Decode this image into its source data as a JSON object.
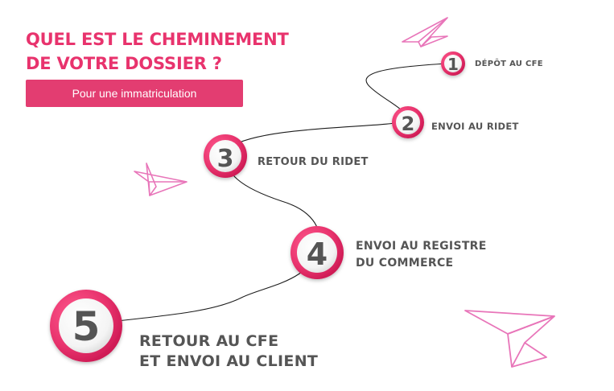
{
  "colors": {
    "accent": "#e8336d",
    "banner": "#e33d71",
    "text_dark": "#555555",
    "plane": "#e875b9",
    "path": "#1c1c1c"
  },
  "header": {
    "title_line1": "QUEL EST LE CHEMINEMENT",
    "title_line2": "DE VOTRE DOSSIER ?",
    "banner": "Pour une immatriculation"
  },
  "steps": [
    {
      "number": "1",
      "label_lines": [
        "DÉPÔT AU CFE"
      ]
    },
    {
      "number": "2",
      "label_lines": [
        "ENVOI AU RIDET"
      ]
    },
    {
      "number": "3",
      "label_lines": [
        "RETOUR DU RIDET"
      ]
    },
    {
      "number": "4",
      "label_lines": [
        "ENVOI AU REGISTRE",
        "DU COMMERCE"
      ]
    },
    {
      "number": "5",
      "label_lines": [
        "RETOUR AU CFE",
        "ET ENVOI AU CLIENT"
      ]
    }
  ],
  "decorations": [
    "paper-plane-icon",
    "paper-plane-icon",
    "paper-plane-icon"
  ]
}
